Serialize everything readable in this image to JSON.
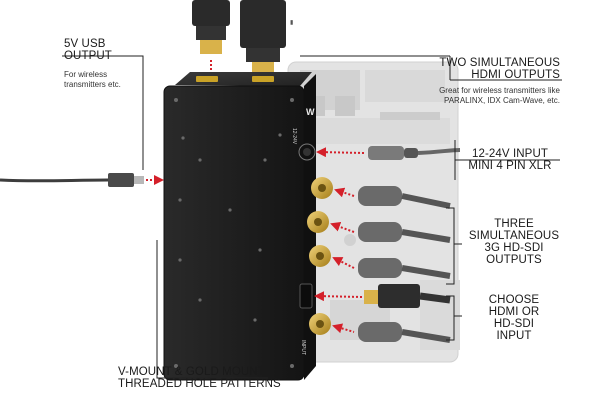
{
  "colors": {
    "accent_arrow": "#d4202a",
    "device_body": "#1c1c1c",
    "camera_ghost": "#d6d6d6",
    "gold_connector": "#c9a227",
    "label_text": "#1a1a1a",
    "leader_line": "#222222"
  },
  "device": {
    "mark": "W",
    "port_label_power": "12-24V",
    "port_label_input": "INPUT"
  },
  "callouts": {
    "usb": {
      "lines": [
        "5V USB",
        "OUTPUT"
      ],
      "sub": [
        "For wireless",
        "transmitters etc."
      ]
    },
    "hdmi": {
      "lines": [
        "TWO SIMULTANEOUS",
        "HDMI OUTPUTS"
      ],
      "sub": [
        "Great for wireless transmitters like",
        "PARALINX, IDX Cam-Wave, etc."
      ]
    },
    "power": {
      "lines": [
        "12-24V INPUT",
        "MINI 4 PIN XLR"
      ]
    },
    "sdi": {
      "lines": [
        "THREE",
        "SIMULTANEOUS",
        "3G HD-SDI",
        "OUTPUTS"
      ]
    },
    "choose": {
      "lines": [
        "CHOOSE",
        "HDMI OR",
        "HD-SDI",
        "INPUT"
      ]
    },
    "mount": {
      "lines": [
        "V-MOUNT & GOLD MOUNT",
        "THREADED HOLE PATTERNS"
      ]
    }
  }
}
